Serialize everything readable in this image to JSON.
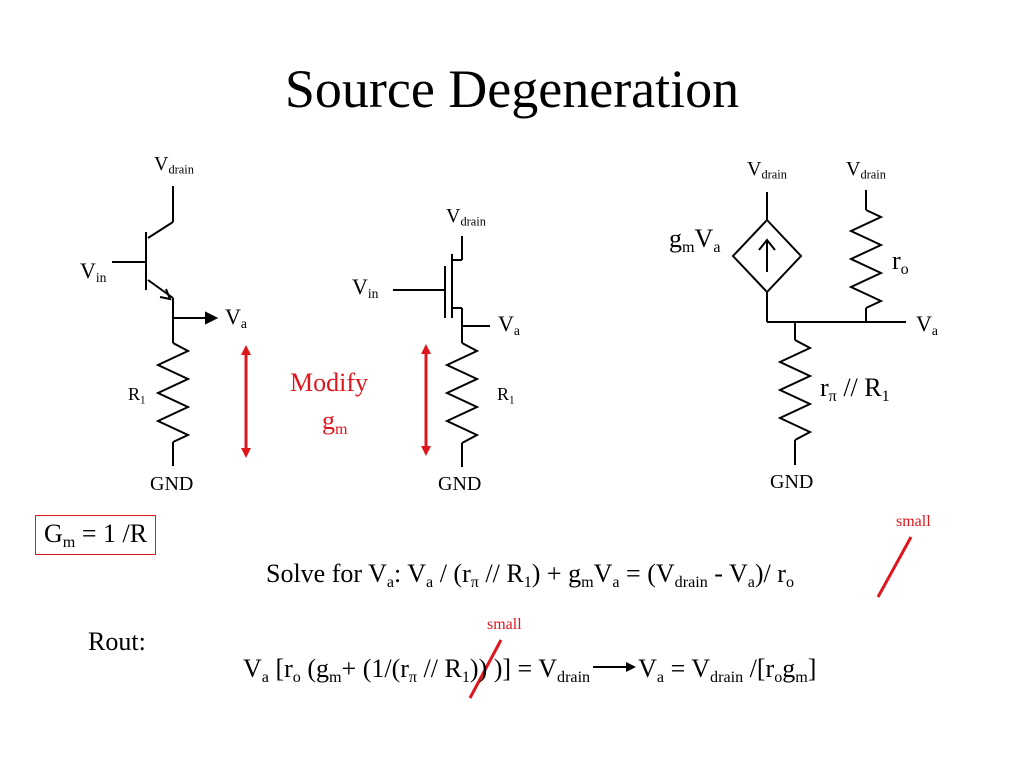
{
  "slide": {
    "title": "Source Degeneration"
  },
  "labels": {
    "v": "V",
    "drain": "drain",
    "in": "in",
    "a": "a",
    "r": "R",
    "one": "1",
    "gnd": "GND",
    "g": "g",
    "m": "m",
    "r_small": "r",
    "o": "o",
    "pi": "π",
    "parallel": " // R"
  },
  "annotations": {
    "modify_line1": "Modify",
    "modify_line2": "g",
    "modify_sub": "m",
    "small_top": "small",
    "small_bottom": "small"
  },
  "equations": {
    "gm_box": {
      "lhs": "G",
      "lhs_sub": "m",
      "rhs": " = 1 /R"
    },
    "solve": {
      "text": "Solve for V",
      "parts": [
        ": V",
        " / (r",
        " // R",
        ") + g",
        "V",
        " = (V",
        " - V",
        ")/ r"
      ]
    },
    "rout_label": "Rout:",
    "rout_eq": {
      "parts": [
        "V",
        " [r",
        " (g",
        "+ (1/(r",
        " // R",
        ")) )] = V",
        "V",
        " = V",
        " /[r",
        "g",
        "]"
      ]
    }
  },
  "colors": {
    "accent": "#e0161d",
    "text": "#000000"
  }
}
